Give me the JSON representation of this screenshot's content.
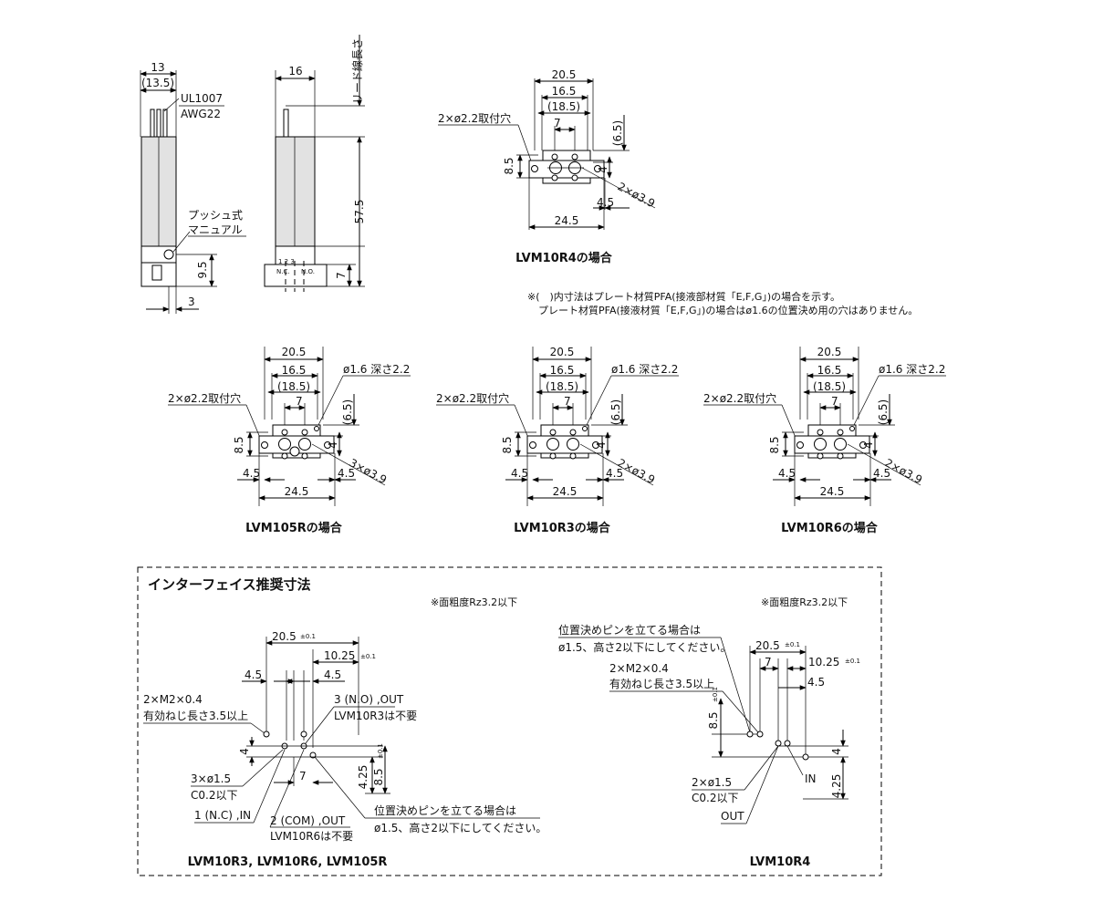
{
  "side_view": {
    "d13": "13",
    "d13_5": "(13.5)",
    "ul": "UL1007",
    "awg": "AWG22",
    "push1": "プッシュ式",
    "push2": "マニュアル",
    "d9_5": "9.5",
    "d3": "3"
  },
  "front_view": {
    "d16": "16",
    "lead": "リード線長さ",
    "d57_5": "57.5",
    "d7": "7",
    "pins": "1  2  3",
    "nc": "N.C.",
    "no": "N.O."
  },
  "r4_view": {
    "d20_5": "20.5",
    "d16_5": "16.5",
    "d18_5": "(18.5)",
    "d7": "7",
    "mount": "2×ø2.2取付穴",
    "d6_5": "(6.5)",
    "d8_5": "8.5",
    "d4": "4",
    "d4_5": "4.5",
    "port": "2×ø3.9",
    "d24_5": "24.5",
    "caption": "LVM10R4の場合"
  },
  "notes": {
    "line1": "※(　)内寸法はプレート材質PFA(接液部材質「E,F,G」)の場合を示す。",
    "line2": "プレート材質PFA(接液材質「E,F,G」)の場合はø1.6の位置決め用の穴はありません。"
  },
  "r105_view": {
    "d20_5": "20.5",
    "d16_5": "16.5",
    "d18_5": "(18.5)",
    "d7": "7",
    "pin": "ø1.6 深さ2.2",
    "mount": "2×ø2.2取付穴",
    "d6_5": "(6.5)",
    "d8_5": "8.5",
    "d4": "4",
    "d4_5a": "4.5",
    "d4_5b": "4.5",
    "port": "3×ø3.9",
    "d24_5": "24.5",
    "caption": "LVM105Rの場合"
  },
  "r3_view": {
    "d20_5": "20.5",
    "d16_5": "16.5",
    "d18_5": "(18.5)",
    "d7": "7",
    "pin": "ø1.6 深さ2.2",
    "mount": "2×ø2.2取付穴",
    "d6_5": "(6.5)",
    "d8_5": "8.5",
    "d4": "4",
    "d4_5a": "4.5",
    "d4_5b": "4.5",
    "port": "2×ø3.9",
    "d24_5": "24.5",
    "caption": "LVM10R3の場合"
  },
  "r6_view": {
    "d20_5": "20.5",
    "d16_5": "16.5",
    "d18_5": "(18.5)",
    "d7": "7",
    "pin": "ø1.6 深さ2.2",
    "mount": "2×ø2.2取付穴",
    "d6_5": "(6.5)",
    "d8_5": "8.5",
    "d4": "4",
    "d4_5a": "4.5",
    "d4_5b": "4.5",
    "port": "2×ø3.9",
    "d24_5": "24.5",
    "caption": "LVM10R6の場合"
  },
  "interface": {
    "title": "インターフェイス推奨寸法",
    "left": {
      "rough": "※面粗度Rz3.2以下",
      "d20_5": "20.5",
      "tol01a": "±0.1",
      "d10_25": "10.25",
      "tol01b": "±0.1",
      "d4_5a": "4.5",
      "d4_5b": "4.5",
      "m2": "2×M2×0.4",
      "thread": "有効ねじ長さ3.5以上",
      "out3": "3 (N.O) ,OUT",
      "r3no": "LVM10R3は不要",
      "d4": "4",
      "d7": "7",
      "d4_25": "4.25",
      "d8_5": "8.5",
      "tol01c": "±0.1",
      "holes": "3×ø1.5",
      "chamfer": "C0.2以下",
      "in1": "1 (N.C) ,IN",
      "com2": "2 (COM) ,OUT",
      "r6no": "LVM10R6は不要",
      "pin1": "位置決めピンを立てる場合は",
      "pin2": "ø1.5、高さ2以下にしてください。",
      "caption": "LVM10R3, LVM10R6, LVM105R"
    },
    "right": {
      "rough": "※面粗度Rz3.2以下",
      "pin1": "位置決めピンを立てる場合は",
      "pin2": "ø1.5、高さ2以下にしてください。",
      "d20_5": "20.5",
      "tol01a": "±0.1",
      "d7": "7",
      "d10_25": "10.25",
      "tol01b": "±0.1",
      "m2": "2×M2×0.4",
      "thread": "有効ねじ長さ3.5以上",
      "d4_5": "4.5",
      "d8_5": "8.5",
      "tol01c": "±0.1",
      "d4": "4",
      "in": "IN",
      "d4_25": "4.25",
      "holes": "2×ø1.5",
      "chamfer": "C0.2以下",
      "out": "OUT",
      "caption": "LVM10R4"
    }
  }
}
